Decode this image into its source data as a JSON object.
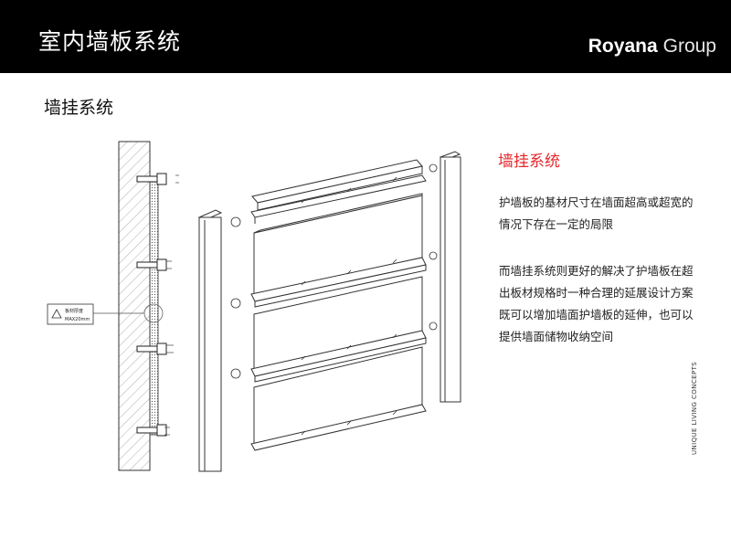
{
  "header": {
    "title": "室内墙板系统",
    "brand_bold": "Royana",
    "brand_light": "Group"
  },
  "section_title": "墙挂系统",
  "diagram": {
    "callout_line1": "板材厚度",
    "callout_line2": "MAX20mm"
  },
  "panel": {
    "title": "墙挂系统",
    "paragraph1": "护墙板的基材尺寸在墙面超高或超宽的情况下存在一定的局限",
    "paragraph2": "而墙挂系统则更好的解决了护墙板在超出板材规格时一种合理的延展设计方案既可以增加墙面护墙板的延伸，也可以提供墙面储物收纳空间"
  },
  "vertical_text": "UNIQUE LIVING CONCEPTS",
  "colors": {
    "header_bg": "#000000",
    "accent_red": "#e5292e"
  }
}
